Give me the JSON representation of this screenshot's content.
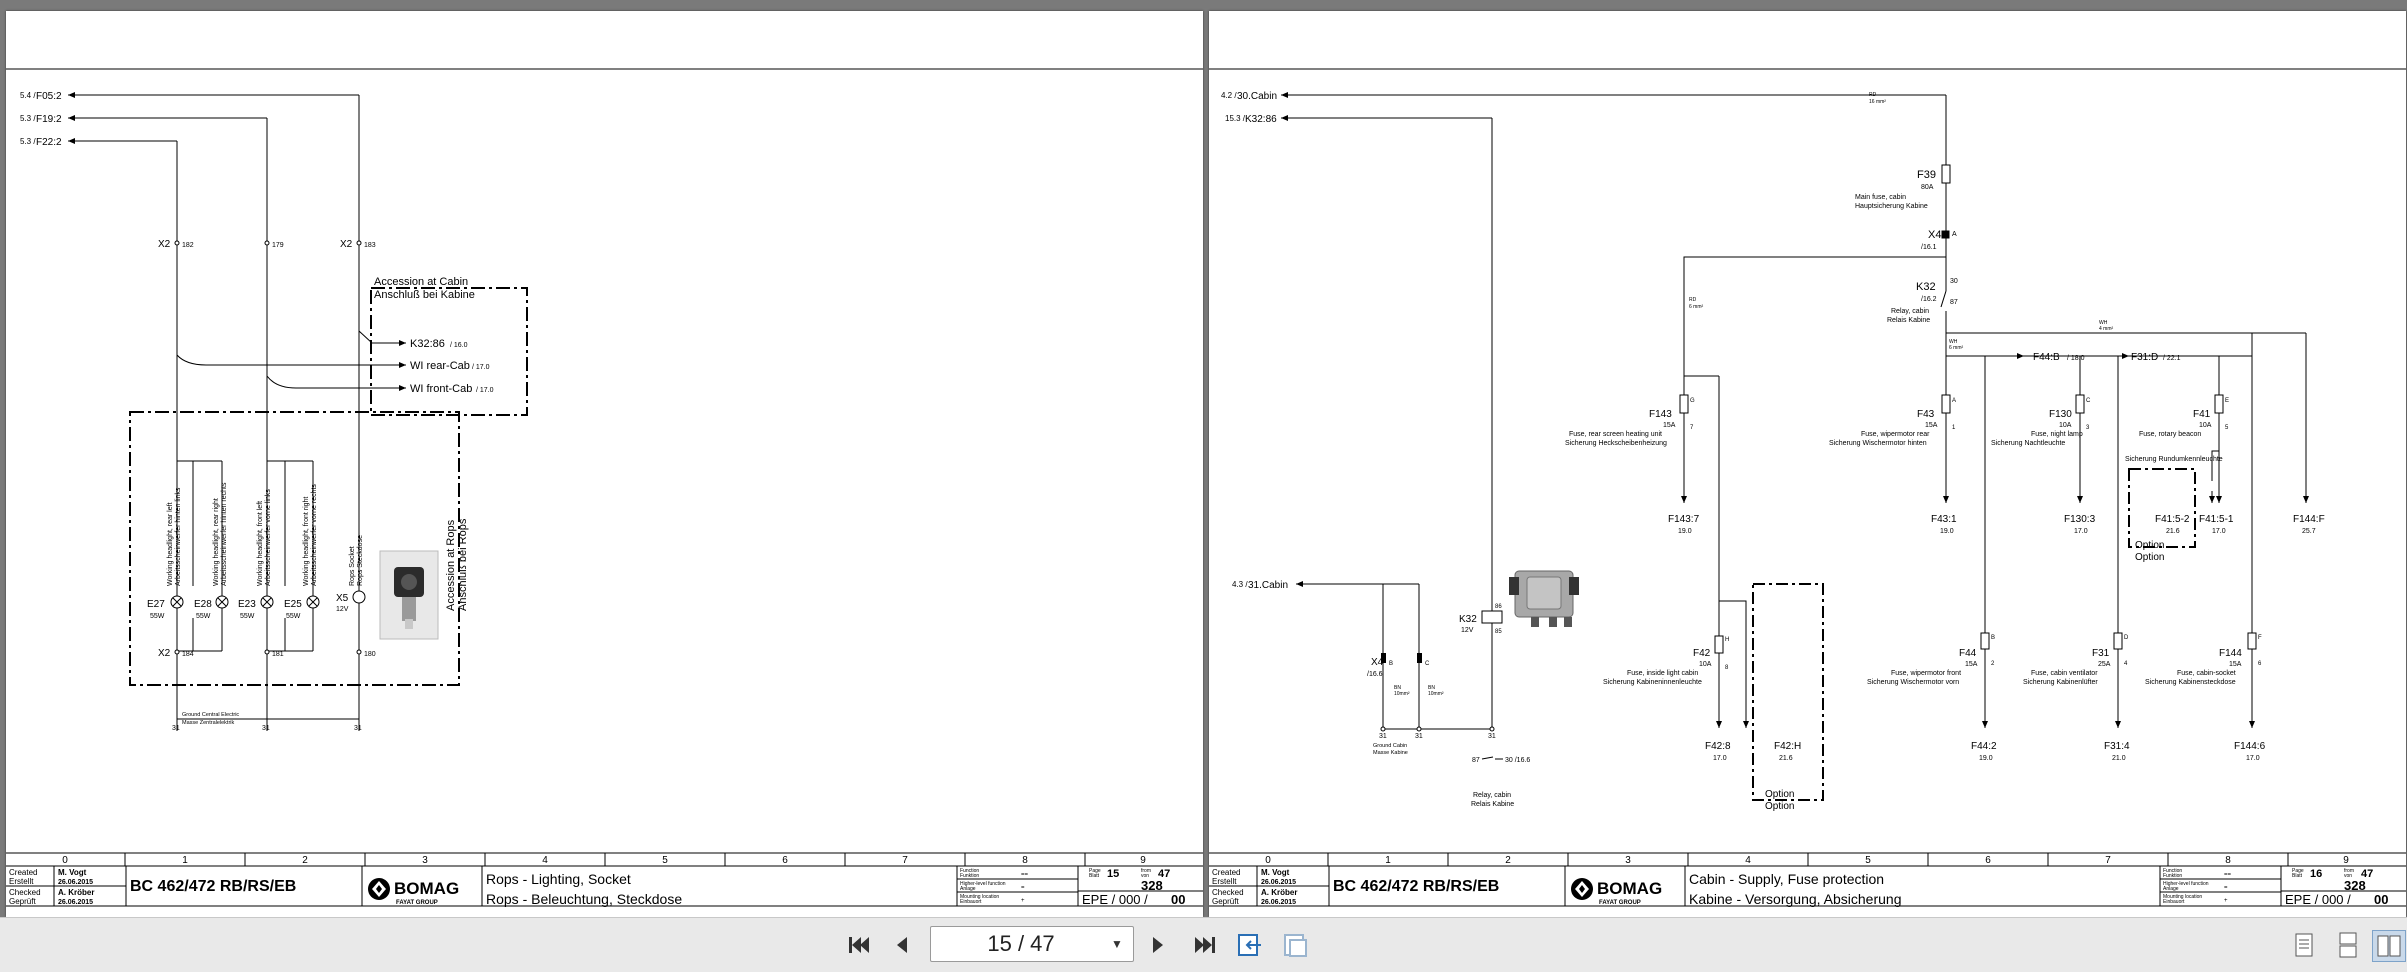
{
  "pages": [
    {
      "connectors": [
        {
          "ref": "5.4 /",
          "label": "F05:2"
        },
        {
          "ref": "5.3 /",
          "label": "F19:2"
        },
        {
          "ref": "5.3 /",
          "label": "F22:2"
        }
      ],
      "terminals_top": {
        "x2a": "X2",
        "n182": "182",
        "n179": "179",
        "x2b": "X2",
        "n183": "183"
      },
      "cabin_box": {
        "title1": "Accession at Cabin",
        "title2": "Anschluß bei Kabine",
        "items": [
          {
            "label": "K32:86",
            "ref": "/ 16.0"
          },
          {
            "label": "WI rear-Cab",
            "ref": "/ 17.0"
          },
          {
            "label": "WI front-Cab",
            "ref": "/ 17.0"
          }
        ]
      },
      "rops_box": {
        "title1": "Accession at Rops",
        "title2": "Anschluß bei Rops",
        "lamps": [
          {
            "id": "E27",
            "w": "55W",
            "desc1": "Working headlight, rear left",
            "desc2": "Arbeitsscheinwerfer hinten links"
          },
          {
            "id": "E28",
            "w": "55W",
            "desc1": "Working headlight, rear right",
            "desc2": "Arbeitsscheinwerfer hinten rechts"
          },
          {
            "id": "E23",
            "w": "55W",
            "desc1": "Working headlight, front left",
            "desc2": "Arbeitsscheinwerfer vorne links"
          },
          {
            "id": "E25",
            "w": "55W",
            "desc1": "Working headlight, front right",
            "desc2": "Arbeitsscheinwerfer vorne rechts"
          }
        ],
        "socket": {
          "id": "X5",
          "v": "12V",
          "desc1": "Rops Socket",
          "desc2": "Rops Steckdose"
        }
      },
      "terminals_bottom": {
        "x2": "X2",
        "n184": "184",
        "n181": "181",
        "n180": "180"
      },
      "ground": {
        "l1": "Ground Central Electric",
        "l2": "Masse Zentralelektrik",
        "n31a": "31",
        "n31b": "31",
        "n31c": "31"
      },
      "grid": [
        "0",
        "1",
        "2",
        "3",
        "4",
        "5",
        "6",
        "7",
        "8",
        "9"
      ],
      "title_block": {
        "created_lbl": "Created",
        "created_de": "Erstellt",
        "created_by": "M. Vogt",
        "created_date": "26.06.2015",
        "checked_lbl": "Checked",
        "checked_de": "Geprüft",
        "checked_by": "A. Kröber",
        "checked_date": "26.06.2015",
        "machine": "BC 462/472 RB/RS/EB",
        "brand": "BOMAG",
        "brand_sub": "FAYAT GROUP",
        "desc_en": "Rops - Lighting, Socket",
        "desc_de": "Rops - Beleuchtung, Steckdose",
        "func_lbl": "Function",
        "func_de": "Funktion",
        "func_val": "==",
        "higher_lbl": "Higher-level function",
        "higher_de": "Anlage",
        "higher_val": "=",
        "mount_lbl": "Mounting location",
        "mount_de": "Einbauort",
        "mount_val": "+",
        "page_lbl": "Page",
        "sheet_lbl": "Blatt",
        "page_no": "15",
        "from_lbl": "from",
        "from_de": "von",
        "total": "47",
        "doc_no": "328",
        "epe": "EPE / 000 /",
        "rev": "00"
      }
    },
    {
      "connectors": [
        {
          "ref": "4.2 /",
          "label": "30.Cabin"
        },
        {
          "ref": "15.3 /",
          "label": "K32:86"
        },
        {
          "ref": "4.3 /",
          "label": "31.Cabin"
        }
      ],
      "wire_top": {
        "a": "RD",
        "b": "16 mm²"
      },
      "f39": {
        "id": "F39",
        "amp": "80A",
        "d1": "Main fuse, cabin",
        "d2": "Hauptsicherung Kabine"
      },
      "x4": {
        "id": "X4",
        "ref": "/16.1",
        "pin": "A"
      },
      "k32": {
        "id": "K32",
        "ref": "/16.2",
        "d1": "Relay, cabin",
        "d2": "Relais Kabine",
        "p30": "30",
        "p87": "87"
      },
      "wire_mid": {
        "rd": "RD",
        "rd_s": "6 mm²",
        "wh": "WH",
        "wh_s": "6 mm²",
        "wh2": "WH",
        "wh2_s": "4 mm²"
      },
      "refs": [
        {
          "label": "F44:B",
          "ref": "/ 18.0"
        },
        {
          "label": "F31:D",
          "ref": "/ 22.1"
        }
      ],
      "fuses_top": [
        {
          "id": "F143",
          "amp": "15A",
          "d1": "Fuse, rear screen heating unit",
          "d2": "Sicherung Heckscheibenheizung",
          "p1": "G",
          "p2": "7"
        },
        {
          "id": "F43",
          "amp": "15A",
          "d1": "Fuse, wipermotor rear",
          "d2": "Sicherung Wischermotor hinten",
          "p1": "A",
          "p2": "1"
        },
        {
          "id": "F130",
          "amp": "10A",
          "d1": "Fuse, night lamp",
          "d2": "Sicherung Nachtleuchte",
          "p1": "C",
          "p2": "3"
        },
        {
          "id": "F41",
          "amp": "10A",
          "d1": "Fuse, rotary beacon",
          "d2": "Sicherung Rundumkennleuchte",
          "p1": "E",
          "p2": "5"
        }
      ],
      "outs_top": [
        {
          "label": "F143:7",
          "ref": "19.0"
        },
        {
          "label": "F43:1",
          "ref": "19.0"
        },
        {
          "label": "F130:3",
          "ref": "17.0"
        },
        {
          "label": "F41:5-2",
          "ref": "21.6"
        },
        {
          "label": "F41:5-1",
          "ref": "17.0"
        },
        {
          "label": "F144:F",
          "ref": "25.7"
        }
      ],
      "option": "Option",
      "fuses_bottom": [
        {
          "id": "F42",
          "amp": "10A",
          "d1": "Fuse, inside light cabin",
          "d2": "Sicherung Kabineninnenleuchte",
          "p1": "H",
          "p2": "8"
        },
        {
          "id": "F44",
          "amp": "15A",
          "d1": "Fuse, wipermotor front",
          "d2": "Sicherung Wischermotor vorn",
          "p1": "B",
          "p2": "2"
        },
        {
          "id": "F31",
          "amp": "25A",
          "d1": "Fuse, cabin ventilator",
          "d2": "Sicherung Kabinenlüfter",
          "p1": "D",
          "p2": "4"
        },
        {
          "id": "F144",
          "amp": "15A",
          "d1": "Fuse, cabin-socket",
          "d2": "Sicherung Kabinensteckdose",
          "p1": "F",
          "p2": "6"
        }
      ],
      "outs_bottom": [
        {
          "label": "F42:8",
          "ref": "17.0"
        },
        {
          "label": "F42:H",
          "ref": "21.6"
        },
        {
          "label": "F44:2",
          "ref": "19.0"
        },
        {
          "label": "F31:4",
          "ref": "21.0"
        },
        {
          "label": "F144:6",
          "ref": "17.0"
        }
      ],
      "x4b": {
        "id": "X4",
        "ref": "/16.6",
        "pinb": "B",
        "pinc": "C",
        "br1": "BN",
        "br1s": "10mm²",
        "br2": "BN",
        "br2s": "10mm²"
      },
      "k32coil": {
        "id": "K32",
        "v": "12V",
        "p86": "86",
        "p85": "85"
      },
      "ground": {
        "l1": "Ground Cabin",
        "l2": "Masse Kabine",
        "n31a": "31",
        "n31b": "31",
        "n31c": "31"
      },
      "relay_contact": {
        "t1": "87",
        "t2": "30 /16.6",
        "d1": "Relay, cabin",
        "d2": "Relais Kabine"
      },
      "grid": [
        "0",
        "1",
        "2",
        "3",
        "4",
        "5",
        "6",
        "7",
        "8",
        "9"
      ],
      "title_block": {
        "created_lbl": "Created",
        "created_de": "Erstellt",
        "created_by": "M. Vogt",
        "created_date": "26.06.2015",
        "checked_lbl": "Checked",
        "checked_de": "Geprüft",
        "checked_by": "A. Kröber",
        "checked_date": "26.06.2015",
        "machine": "BC 462/472 RB/RS/EB",
        "brand": "BOMAG",
        "brand_sub": "FAYAT GROUP",
        "desc_en": "Cabin - Supply, Fuse protection",
        "desc_de": "Kabine - Versorgung, Absicherung",
        "func_lbl": "Function",
        "func_de": "Funktion",
        "func_val": "==",
        "higher_lbl": "Higher-level function",
        "higher_de": "Anlage",
        "higher_val": "=",
        "mount_lbl": "Mounting location",
        "mount_de": "Einbauort",
        "mount_val": "+",
        "page_lbl": "Page",
        "sheet_lbl": "Blatt",
        "page_no": "16",
        "from_lbl": "from",
        "from_de": "von",
        "total": "47",
        "doc_no": "328",
        "epe": "EPE / 000 /",
        "rev": "00"
      }
    }
  ],
  "toolbar": {
    "page_indicator": "15 / 47"
  }
}
